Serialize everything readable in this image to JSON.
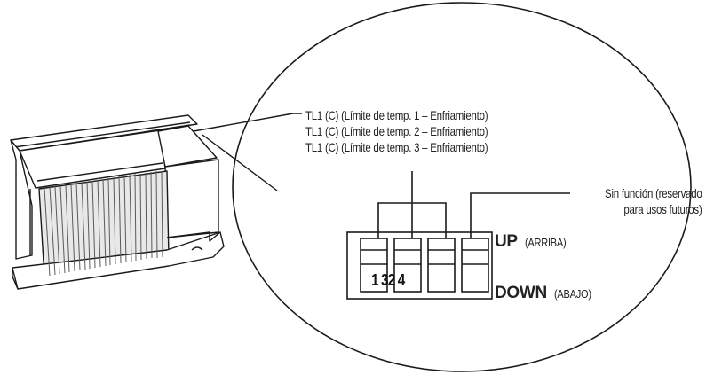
{
  "callout": {
    "tl_lines": [
      "TL1 (C) (Límite de temp. 1 – Enfriamiento)",
      "TL1 (C) (Límite de temp. 2 – Enfriamiento)",
      "TL1 (C) (Límite de temp. 3 – Enfriamiento)"
    ],
    "reserved_line1": "Sin función (reservado",
    "reserved_line2": "para usos futuros)"
  },
  "dip_switch": {
    "switch_count": 4,
    "numbers": "1 32 4",
    "up_label": "UP",
    "up_translation": "(ARRIBA)",
    "down_label": "DOWN",
    "down_translation": "(ABAJO)"
  },
  "colors": {
    "line": "#1a1a1a",
    "background": "#ffffff",
    "grille": "#6e6e6e"
  }
}
